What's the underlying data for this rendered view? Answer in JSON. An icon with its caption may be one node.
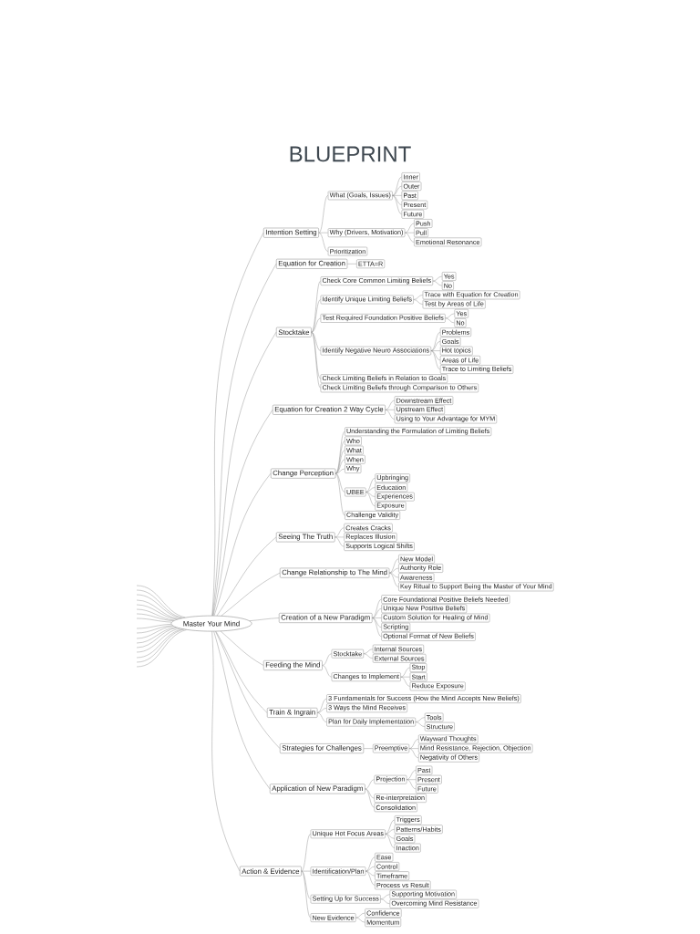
{
  "diagram": {
    "title": "BLUEPRINT",
    "nodes": [
      {
        "text": [
          "Master Your Mind"
        ]
      },
      {
        "text": [
          "Intention Setting"
        ]
      },
      {
        "text": [
          "What (Goals, Issues)"
        ]
      },
      {
        "text": [
          "Inner"
        ]
      },
      {
        "text": [
          "Outer"
        ]
      },
      {
        "text": [
          "Past"
        ]
      },
      {
        "text": [
          "Present"
        ]
      },
      {
        "text": [
          "Future"
        ]
      },
      {
        "text": [
          "Why (Drivers, Motivation)"
        ]
      },
      {
        "text": [
          "Push"
        ]
      },
      {
        "text": [
          "Pull"
        ]
      },
      {
        "text": [
          "Emotional Resonance"
        ]
      },
      {
        "text": [
          "Prioritization"
        ]
      },
      {
        "text": [
          "Equation for Creation"
        ]
      },
      {
        "text": [
          "ETTA=R"
        ]
      },
      {
        "text": [
          "Stocktake"
        ]
      },
      {
        "text": [
          "Check Core Common Limiting Beliefs"
        ]
      },
      {
        "text": [
          "Yes"
        ]
      },
      {
        "text": [
          "No"
        ]
      },
      {
        "text": [
          "Identify Unique Limiting Beliefs"
        ]
      },
      {
        "text": [
          "Trace with Equation for Creation"
        ]
      },
      {
        "text": [
          "Test by Areas of Life"
        ]
      },
      {
        "text": [
          "Test Required Foundation Positive Beliefs"
        ]
      },
      {
        "text": [
          "Yes"
        ]
      },
      {
        "text": [
          "No"
        ]
      },
      {
        "text": [
          "Identify Negative Neuro Associations"
        ]
      },
      {
        "text": [
          "Problems"
        ]
      },
      {
        "text": [
          "Goals"
        ]
      },
      {
        "text": [
          "Hot topics"
        ]
      },
      {
        "text": [
          "Areas of Life"
        ]
      },
      {
        "text": [
          "Trace to Limiting Beliefs"
        ]
      },
      {
        "text": [
          "Check Limiting Beliefs in Relation to Goals"
        ]
      },
      {
        "text": [
          "Check Limiting Beliefs through Comparison to Others"
        ]
      },
      {
        "text": [
          "Equation for Creation 2 Way Cycle"
        ]
      },
      {
        "text": [
          "Downstream Effect"
        ]
      },
      {
        "text": [
          "Upstream Effect"
        ]
      },
      {
        "text": [
          "Using to Your Advantage for MYM"
        ]
      },
      {
        "text": [
          "Change Perception"
        ]
      },
      {
        "text": [
          "Understanding the Formulation of Limiting Beliefs"
        ]
      },
      {
        "text": [
          "Who"
        ]
      },
      {
        "text": [
          "What"
        ]
      },
      {
        "text": [
          "When"
        ]
      },
      {
        "text": [
          "Why"
        ]
      },
      {
        "text": [
          "UBEE"
        ]
      },
      {
        "text": [
          "Upbringing"
        ]
      },
      {
        "text": [
          "Education"
        ]
      },
      {
        "text": [
          "Experiences"
        ]
      },
      {
        "text": [
          "Exposure"
        ]
      },
      {
        "text": [
          "Challenge Validity"
        ]
      },
      {
        "text": [
          "Seeing The Truth"
        ]
      },
      {
        "text": [
          "Creates Cracks"
        ]
      },
      {
        "text": [
          "Replaces Illusion"
        ]
      },
      {
        "text": [
          "Supports Logical Shifts"
        ]
      },
      {
        "text": [
          "Change Relationship to The Mind"
        ]
      },
      {
        "text": [
          "New Model"
        ]
      },
      {
        "text": [
          "Authority Role"
        ]
      },
      {
        "text": [
          "Awareness"
        ]
      },
      {
        "text": [
          "Key Ritual to Support Being the Master of Your Mind"
        ]
      },
      {
        "text": [
          "Creation of a New Paradigm"
        ]
      },
      {
        "text": [
          "Core Foundational Positive Beliefs Needed"
        ]
      },
      {
        "text": [
          "Unique New Positive Beliefs"
        ]
      },
      {
        "text": [
          "Custom Solution for Healing of Mind"
        ]
      },
      {
        "text": [
          "Scripting"
        ]
      },
      {
        "text": [
          "Optional Format of New Beliefs"
        ]
      },
      {
        "text": [
          "Feeding the Mind"
        ]
      },
      {
        "text": [
          "Stocktake"
        ]
      },
      {
        "text": [
          "Internal Sources"
        ]
      },
      {
        "text": [
          "External Sources"
        ]
      },
      {
        "text": [
          "Changes to Implement"
        ]
      },
      {
        "text": [
          "Stop"
        ]
      },
      {
        "text": [
          "Start"
        ]
      },
      {
        "text": [
          "Reduce Exposure"
        ]
      },
      {
        "text": [
          "Train & Ingrain"
        ]
      },
      {
        "text": [
          "3 Fundamentals for Success (How the Mind Accepts New Beliefs)"
        ]
      },
      {
        "text": [
          "3 Ways the Mind Receives"
        ]
      },
      {
        "text": [
          "Plan for Daily Implementation"
        ]
      },
      {
        "text": [
          "Tools"
        ]
      },
      {
        "text": [
          "Structure"
        ]
      },
      {
        "text": [
          "Strategies for Challenges"
        ]
      },
      {
        "text": [
          "Preemptive"
        ]
      },
      {
        "text": [
          "Wayward Thoughts"
        ]
      },
      {
        "text": [
          "Mind Resistance, Rejection, Objection"
        ]
      },
      {
        "text": [
          "Negativity of Others"
        ]
      },
      {
        "text": [
          "Application of New Paradigm"
        ]
      },
      {
        "text": [
          "Projection"
        ]
      },
      {
        "text": [
          "Past"
        ]
      },
      {
        "text": [
          "Present"
        ]
      },
      {
        "text": [
          "Future"
        ]
      },
      {
        "text": [
          "Re-interpretation"
        ]
      },
      {
        "text": [
          "Consolidation"
        ]
      },
      {
        "text": [
          "Action & Evidence"
        ]
      },
      {
        "text": [
          "Unique Hot Focus Areas"
        ]
      },
      {
        "text": [
          "Triggers"
        ]
      },
      {
        "text": [
          "Patterns/Habits"
        ]
      },
      {
        "text": [
          "Goals"
        ]
      },
      {
        "text": [
          "Inaction"
        ]
      },
      {
        "text": [
          "Identification/Plan"
        ]
      },
      {
        "text": [
          "Ease"
        ]
      },
      {
        "text": [
          "Control"
        ]
      },
      {
        "text": [
          "Timeframe"
        ]
      },
      {
        "text": [
          "Process vs Result"
        ]
      },
      {
        "text": [
          "Setting Up for Success"
        ]
      },
      {
        "text": [
          "Supporting Motivation"
        ]
      },
      {
        "text": [
          "Overcoming Mind Resistance"
        ]
      },
      {
        "text": [
          "New Evidence"
        ]
      },
      {
        "text": [
          "Confidence"
        ]
      },
      {
        "text": [
          "Momentum"
        ]
      }
    ],
    "edges": [
      {
        "from": 0,
        "to": 1,
        "arrow": "none"
      },
      {
        "from": 1,
        "to": 2,
        "arrow": "none"
      },
      {
        "from": 2,
        "to": 3,
        "arrow": "none"
      },
      {
        "from": 2,
        "to": 4,
        "arrow": "none"
      },
      {
        "from": 2,
        "to": 5,
        "arrow": "none"
      },
      {
        "from": 2,
        "to": 6,
        "arrow": "none"
      },
      {
        "from": 2,
        "to": 7,
        "arrow": "none"
      },
      {
        "from": 1,
        "to": 8,
        "arrow": "none"
      },
      {
        "from": 8,
        "to": 9,
        "arrow": "none"
      },
      {
        "from": 8,
        "to": 10,
        "arrow": "none"
      },
      {
        "from": 8,
        "to": 11,
        "arrow": "none"
      },
      {
        "from": 1,
        "to": 12,
        "arrow": "none"
      },
      {
        "from": 0,
        "to": 13,
        "arrow": "none"
      },
      {
        "from": 13,
        "to": 14,
        "arrow": "none"
      },
      {
        "from": 0,
        "to": 15,
        "arrow": "none"
      },
      {
        "from": 15,
        "to": 16,
        "arrow": "none"
      },
      {
        "from": 16,
        "to": 17,
        "arrow": "none"
      },
      {
        "from": 16,
        "to": 18,
        "arrow": "none"
      },
      {
        "from": 15,
        "to": 19,
        "arrow": "none"
      },
      {
        "from": 19,
        "to": 20,
        "arrow": "none"
      },
      {
        "from": 19,
        "to": 21,
        "arrow": "none"
      },
      {
        "from": 15,
        "to": 22,
        "arrow": "none"
      },
      {
        "from": 22,
        "to": 23,
        "arrow": "none"
      },
      {
        "from": 22,
        "to": 24,
        "arrow": "none"
      },
      {
        "from": 15,
        "to": 25,
        "arrow": "none"
      },
      {
        "from": 25,
        "to": 26,
        "arrow": "none"
      },
      {
        "from": 25,
        "to": 27,
        "arrow": "none"
      },
      {
        "from": 25,
        "to": 28,
        "arrow": "none"
      },
      {
        "from": 25,
        "to": 29,
        "arrow": "none"
      },
      {
        "from": 25,
        "to": 30,
        "arrow": "none"
      },
      {
        "from": 15,
        "to": 31,
        "arrow": "none"
      },
      {
        "from": 15,
        "to": 32,
        "arrow": "none"
      },
      {
        "from": 0,
        "to": 33,
        "arrow": "none"
      },
      {
        "from": 33,
        "to": 34,
        "arrow": "none"
      },
      {
        "from": 33,
        "to": 35,
        "arrow": "none"
      },
      {
        "from": 33,
        "to": 36,
        "arrow": "none"
      },
      {
        "from": 0,
        "to": 37,
        "arrow": "none"
      },
      {
        "from": 37,
        "to": 38,
        "arrow": "none"
      },
      {
        "from": 37,
        "to": 39,
        "arrow": "none"
      },
      {
        "from": 37,
        "to": 40,
        "arrow": "none"
      },
      {
        "from": 37,
        "to": 41,
        "arrow": "none"
      },
      {
        "from": 37,
        "to": 42,
        "arrow": "none"
      },
      {
        "from": 37,
        "to": 43,
        "arrow": "none"
      },
      {
        "from": 43,
        "to": 44,
        "arrow": "none"
      },
      {
        "from": 43,
        "to": 45,
        "arrow": "none"
      },
      {
        "from": 43,
        "to": 46,
        "arrow": "none"
      },
      {
        "from": 43,
        "to": 47,
        "arrow": "none"
      },
      {
        "from": 37,
        "to": 48,
        "arrow": "none"
      },
      {
        "from": 0,
        "to": 49,
        "arrow": "none"
      },
      {
        "from": 49,
        "to": 50,
        "arrow": "none"
      },
      {
        "from": 49,
        "to": 51,
        "arrow": "none"
      },
      {
        "from": 49,
        "to": 52,
        "arrow": "none"
      },
      {
        "from": 0,
        "to": 53,
        "arrow": "none"
      },
      {
        "from": 53,
        "to": 54,
        "arrow": "none"
      },
      {
        "from": 53,
        "to": 55,
        "arrow": "none"
      },
      {
        "from": 53,
        "to": 56,
        "arrow": "none"
      },
      {
        "from": 53,
        "to": 57,
        "arrow": "none"
      },
      {
        "from": 0,
        "to": 58,
        "arrow": "none"
      },
      {
        "from": 58,
        "to": 59,
        "arrow": "none"
      },
      {
        "from": 58,
        "to": 60,
        "arrow": "none"
      },
      {
        "from": 58,
        "to": 61,
        "arrow": "none"
      },
      {
        "from": 58,
        "to": 62,
        "arrow": "none"
      },
      {
        "from": 58,
        "to": 63,
        "arrow": "none"
      },
      {
        "from": 0,
        "to": 64,
        "arrow": "none"
      },
      {
        "from": 64,
        "to": 65,
        "arrow": "none"
      },
      {
        "from": 65,
        "to": 66,
        "arrow": "none"
      },
      {
        "from": 65,
        "to": 67,
        "arrow": "none"
      },
      {
        "from": 64,
        "to": 68,
        "arrow": "none"
      },
      {
        "from": 68,
        "to": 69,
        "arrow": "none"
      },
      {
        "from": 68,
        "to": 70,
        "arrow": "none"
      },
      {
        "from": 68,
        "to": 71,
        "arrow": "none"
      },
      {
        "from": 0,
        "to": 72,
        "arrow": "none"
      },
      {
        "from": 72,
        "to": 73,
        "arrow": "none"
      },
      {
        "from": 72,
        "to": 74,
        "arrow": "none"
      },
      {
        "from": 72,
        "to": 75,
        "arrow": "none"
      },
      {
        "from": 75,
        "to": 76,
        "arrow": "none"
      },
      {
        "from": 75,
        "to": 77,
        "arrow": "none"
      },
      {
        "from": 0,
        "to": 78,
        "arrow": "none"
      },
      {
        "from": 78,
        "to": 79,
        "arrow": "none"
      },
      {
        "from": 79,
        "to": 80,
        "arrow": "none"
      },
      {
        "from": 79,
        "to": 81,
        "arrow": "none"
      },
      {
        "from": 79,
        "to": 82,
        "arrow": "none"
      },
      {
        "from": 0,
        "to": 83,
        "arrow": "none"
      },
      {
        "from": 83,
        "to": 84,
        "arrow": "none"
      },
      {
        "from": 84,
        "to": 85,
        "arrow": "none"
      },
      {
        "from": 84,
        "to": 86,
        "arrow": "none"
      },
      {
        "from": 84,
        "to": 87,
        "arrow": "none"
      },
      {
        "from": 83,
        "to": 88,
        "arrow": "none"
      },
      {
        "from": 83,
        "to": 89,
        "arrow": "none"
      },
      {
        "from": 0,
        "to": 90,
        "arrow": "none"
      },
      {
        "from": 90,
        "to": 91,
        "arrow": "none"
      },
      {
        "from": 91,
        "to": 92,
        "arrow": "none"
      },
      {
        "from": 91,
        "to": 93,
        "arrow": "none"
      },
      {
        "from": 91,
        "to": 94,
        "arrow": "none"
      },
      {
        "from": 91,
        "to": 95,
        "arrow": "none"
      },
      {
        "from": 90,
        "to": 96,
        "arrow": "none"
      },
      {
        "from": 96,
        "to": 97,
        "arrow": "none"
      },
      {
        "from": 96,
        "to": 98,
        "arrow": "none"
      },
      {
        "from": 96,
        "to": 99,
        "arrow": "none"
      },
      {
        "from": 96,
        "to": 100,
        "arrow": "none"
      },
      {
        "from": 90,
        "to": 101,
        "arrow": "none"
      },
      {
        "from": 101,
        "to": 102,
        "arrow": "none"
      },
      {
        "from": 101,
        "to": 103,
        "arrow": "none"
      },
      {
        "from": 90,
        "to": 104,
        "arrow": "none"
      },
      {
        "from": 104,
        "to": 105,
        "arrow": "none"
      },
      {
        "from": 104,
        "to": 106,
        "arrow": "none"
      },
      {
        "from": 0,
        "to": null,
        "arrow": "none"
      },
      {
        "from": 0,
        "to": null,
        "arrow": "none"
      },
      {
        "from": 0,
        "to": null,
        "arrow": "none"
      },
      {
        "from": 0,
        "to": null,
        "arrow": "none"
      },
      {
        "from": 0,
        "to": null,
        "arrow": "none"
      },
      {
        "from": 0,
        "to": null,
        "arrow": "none"
      },
      {
        "from": 0,
        "to": null,
        "arrow": "none"
      },
      {
        "from": 0,
        "to": null,
        "arrow": "none"
      },
      {
        "from": 0,
        "to": null,
        "arrow": "none"
      },
      {
        "from": 0,
        "to": null,
        "arrow": "none"
      },
      {
        "from": 0,
        "to": null,
        "arrow": "none"
      },
      {
        "from": 0,
        "to": null,
        "arrow": "none"
      },
      {
        "from": 0,
        "to": null,
        "arrow": "none"
      },
      {
        "from": 0,
        "to": null,
        "arrow": "none"
      },
      {
        "from": 0,
        "to": null,
        "arrow": "none"
      },
      {
        "from": 0,
        "to": null,
        "arrow": "none"
      },
      {
        "from": 0,
        "to": null,
        "arrow": "none"
      }
    ]
  }
}
